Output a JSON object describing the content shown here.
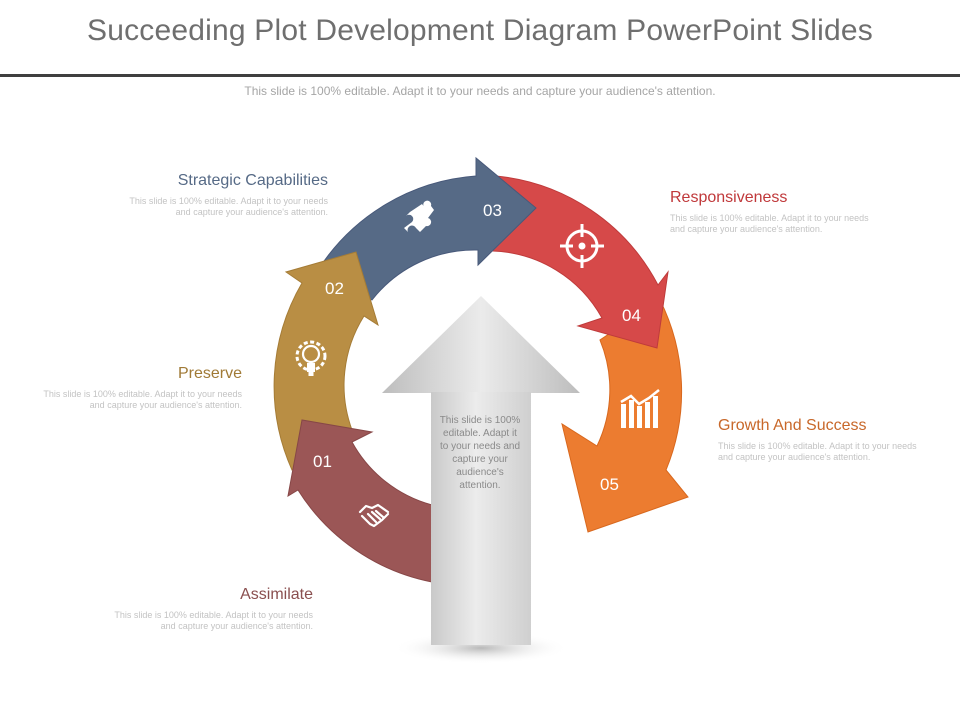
{
  "slide": {
    "title": "Succeeding Plot Development Diagram PowerPoint Slides",
    "subtitle": "This slide is 100% editable. Adapt it to your needs and capture your audience's attention."
  },
  "center_arrow": {
    "text": "This slide is 100% editable. Adapt it to your needs and capture your audience's attention.",
    "color": "#d9d9d9"
  },
  "steps": [
    {
      "number": "01",
      "title": "Assimilate",
      "description": "This slide is 100% editable. Adapt it to your needs and capture your audience's attention.",
      "icon": "handshake-icon",
      "color": "#9b5656"
    },
    {
      "number": "02",
      "title": "Preserve",
      "description": "This slide is 100% editable. Adapt it to your needs and capture your audience's attention.",
      "icon": "lightbulb-gear-icon",
      "color": "#b98e44"
    },
    {
      "number": "03",
      "title": "Strategic Capabilities",
      "description": "This slide is 100% editable. Adapt it to your needs and capture your audience's attention.",
      "icon": "puzzle-piece-icon",
      "color": "#566a86"
    },
    {
      "number": "04",
      "title": "Responsiveness",
      "description": "This slide is 100% editable. Adapt it to your needs and capture your audience's attention.",
      "icon": "target-crosshair-icon",
      "color": "#d64949"
    },
    {
      "number": "05",
      "title": "Growth And Success",
      "description": "This slide is 100% editable. Adapt it to your needs and capture your audience's attention.",
      "icon": "growth-chart-icon",
      "color": "#ec7c30"
    }
  ]
}
